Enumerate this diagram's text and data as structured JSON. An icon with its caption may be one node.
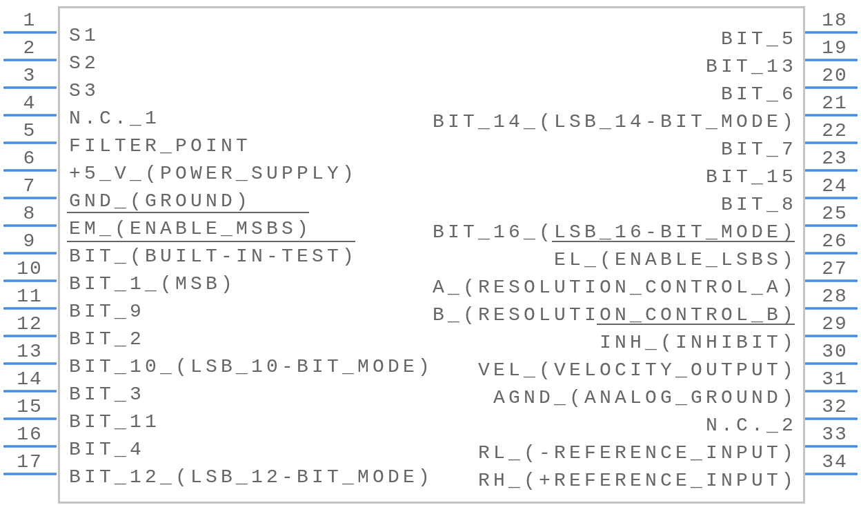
{
  "diagram": {
    "nodes": [
      {
        "text": [
          "S1",
          "S2",
          "S3",
          "N.C._1",
          "FILTER_POINT",
          "+5_V_(POWER_SUPPLY)",
          "GND_(GROUND)",
          "EM_(ENABLE_MSBS)",
          "BIT_(BUILT-IN-TEST)",
          "BIT_1_(MSB)",
          "BIT_9",
          "BIT_2",
          "BIT_10_(LSB_10-BIT_MODE)",
          "BIT_3",
          "BIT_11",
          "BIT_4",
          "BIT_12_(LSB_12-BIT_MODE)",
          "BIT_5",
          "BIT_13",
          "BIT_6",
          "BIT_14_(LSB_14-BIT_MODE)",
          "BIT_7",
          "BIT_15",
          "BIT_8",
          "BIT_16_(LSB_16-BIT_MODE)",
          "EL_(ENABLE_LSBS)",
          "A_(RESOLUTION_CONTROL_A)",
          "B_(RESOLUTION_CONTROL_B)",
          "INH_(INHIBIT)",
          "VEL_(VELOCITY_OUTPUT)",
          "AGND_(ANALOG_GROUND)",
          "N.C._2",
          "RL_(-REFERENCE_INPUT)",
          "RH_(+REFERENCE_INPUT)"
        ]
      }
    ],
    "labels": [
      "1",
      "2",
      "3",
      "4",
      "5",
      "6",
      "7",
      "8",
      "9",
      "10",
      "11",
      "12",
      "13",
      "14",
      "15",
      "16",
      "17",
      "18",
      "19",
      "20",
      "21",
      "22",
      "23",
      "24",
      "25",
      "26",
      "27",
      "28",
      "29",
      "30",
      "31",
      "32",
      "33",
      "34"
    ]
  }
}
